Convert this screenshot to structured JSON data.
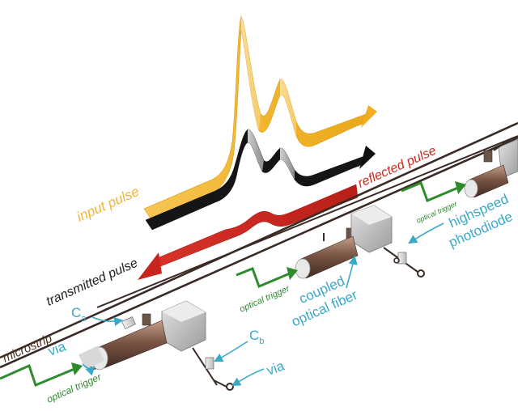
{
  "labels": {
    "input_pulse": "input pulse",
    "transmitted_pulse": "transmitted pulse",
    "reflected_pulse": "reflected pulse",
    "microstrip": "microstrip",
    "ca_main": "C",
    "ca_sub": "a",
    "cb_main": "C",
    "cb_sub": "b",
    "via_left": "via",
    "via_right": "via",
    "optical_trigger_bottom": "optical trigger",
    "optical_trigger_middle": "optical trigger",
    "optical_trigger_top": "optical trigger",
    "coupled_line1": "coupled",
    "coupled_line2": "optical fiber",
    "photodiode_line1": "highspeed",
    "photodiode_line2": "photodiode"
  },
  "colors": {
    "input_pulse": "#f2b531",
    "transmitted_pulse": "#111111",
    "reflected_pulse": "#cf2a22",
    "trigger_green": "#2e8b2e",
    "annotation_cyan": "#3aa9c7",
    "microstrip_label": "#4a3320"
  }
}
